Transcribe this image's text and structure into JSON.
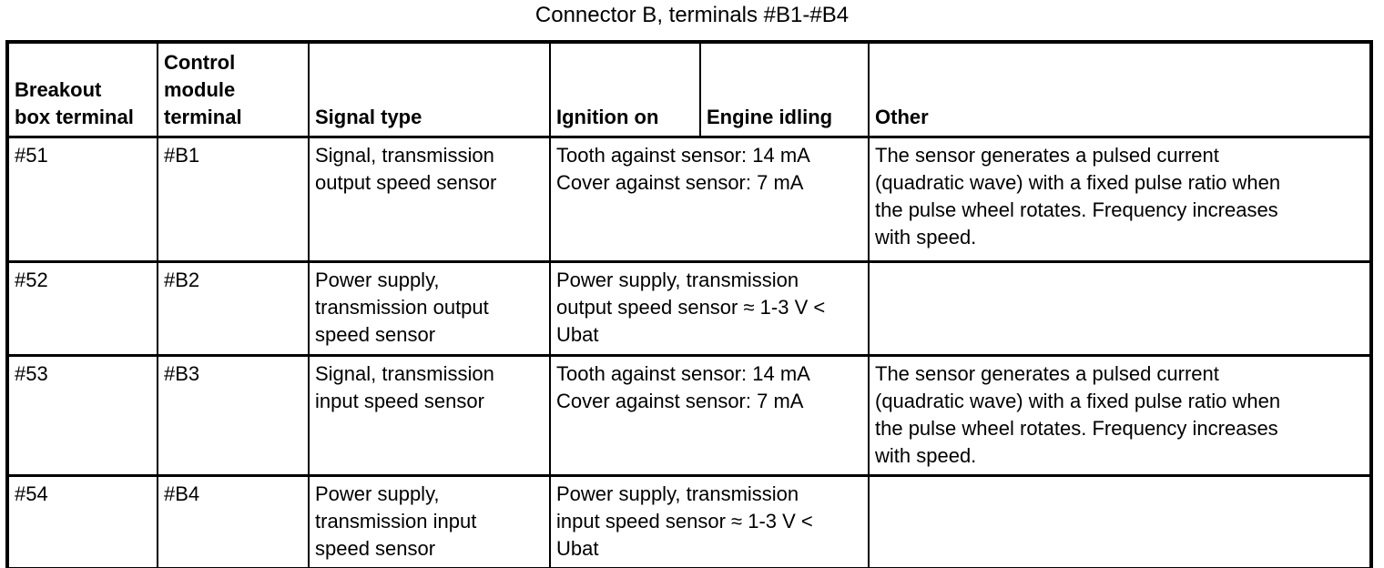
{
  "title": "Connector B, terminals #B1-#B4",
  "colors": {
    "background": "#ffffff",
    "text": "#000000",
    "border": "#000000"
  },
  "table": {
    "columns": [
      {
        "label": "Breakout\nbox terminal"
      },
      {
        "label": "Control\nmodule\nterminal"
      },
      {
        "label": "Signal type"
      },
      {
        "label": "Ignition on"
      },
      {
        "label": "Engine idling"
      },
      {
        "label": "Other"
      }
    ],
    "rows": [
      {
        "breakout": "#51",
        "module": "#B1",
        "signal": "Signal, transmission\noutput speed sensor",
        "values": "Tooth against sensor: 14 mA\nCover against sensor: 7 mA",
        "other": "The sensor generates a pulsed current\n(quadratic wave) with a fixed pulse ratio when\nthe pulse wheel rotates. Frequency increases\nwith speed."
      },
      {
        "breakout": "#52",
        "module": "#B2",
        "signal": "Power supply,\ntransmission output\nspeed sensor",
        "values": "Power supply, transmission\noutput speed sensor ≈ 1-3 V <\nUbat",
        "other": ""
      },
      {
        "breakout": "#53",
        "module": "#B3",
        "signal": "Signal, transmission\ninput speed sensor",
        "values": "Tooth against sensor: 14 mA\nCover against sensor: 7 mA",
        "other": "The sensor generates a pulsed current\n(quadratic wave) with a fixed pulse ratio when\nthe pulse wheel rotates. Frequency increases\nwith speed."
      },
      {
        "breakout": "#54",
        "module": "#B4",
        "signal": "Power supply,\ntransmission input\nspeed sensor",
        "values": "Power supply, transmission\ninput speed sensor ≈ 1-3 V <\nUbat",
        "other": ""
      }
    ]
  }
}
